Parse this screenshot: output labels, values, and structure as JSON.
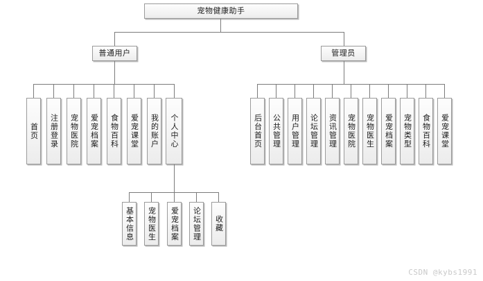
{
  "diagram": {
    "type": "tree",
    "title": "宠物健康助手",
    "orientation": "top-down",
    "root": {
      "label": "宠物健康助手",
      "text_direction": "horizontal"
    },
    "level2": [
      {
        "label": "普通用户",
        "text_direction": "horizontal"
      },
      {
        "label": "管理员",
        "text_direction": "horizontal"
      }
    ],
    "user_children": [
      {
        "label": "首页"
      },
      {
        "label": "注册登录"
      },
      {
        "label": "宠物医院"
      },
      {
        "label": "爱宠档案"
      },
      {
        "label": "食物百科"
      },
      {
        "label": "爱宠课堂"
      },
      {
        "label": "我的账户"
      },
      {
        "label": "个人中心"
      }
    ],
    "personal_center_children": [
      {
        "label": "基本信息"
      },
      {
        "label": "宠物医生"
      },
      {
        "label": "爱宠档案"
      },
      {
        "label": "论坛管理"
      },
      {
        "label": "收藏"
      }
    ],
    "admin_children": [
      {
        "label": "后台首页"
      },
      {
        "label": "公共管理"
      },
      {
        "label": "用户管理"
      },
      {
        "label": "论坛管理"
      },
      {
        "label": "资讯管理"
      },
      {
        "label": "宠物医院"
      },
      {
        "label": "宠物医生"
      },
      {
        "label": "爱宠档案"
      },
      {
        "label": "宠物类型"
      },
      {
        "label": "食物百科"
      },
      {
        "label": "爱宠课堂"
      }
    ]
  },
  "watermark": {
    "text": "CSDN @kybs1991"
  },
  "colors": {
    "box_border": "#9a9a9a",
    "box_fill": "#f2f2f2",
    "line": "#7a7a7a",
    "text": "#1b1b1b",
    "watermark": "#c9c9c9",
    "background": "#ffffff"
  }
}
